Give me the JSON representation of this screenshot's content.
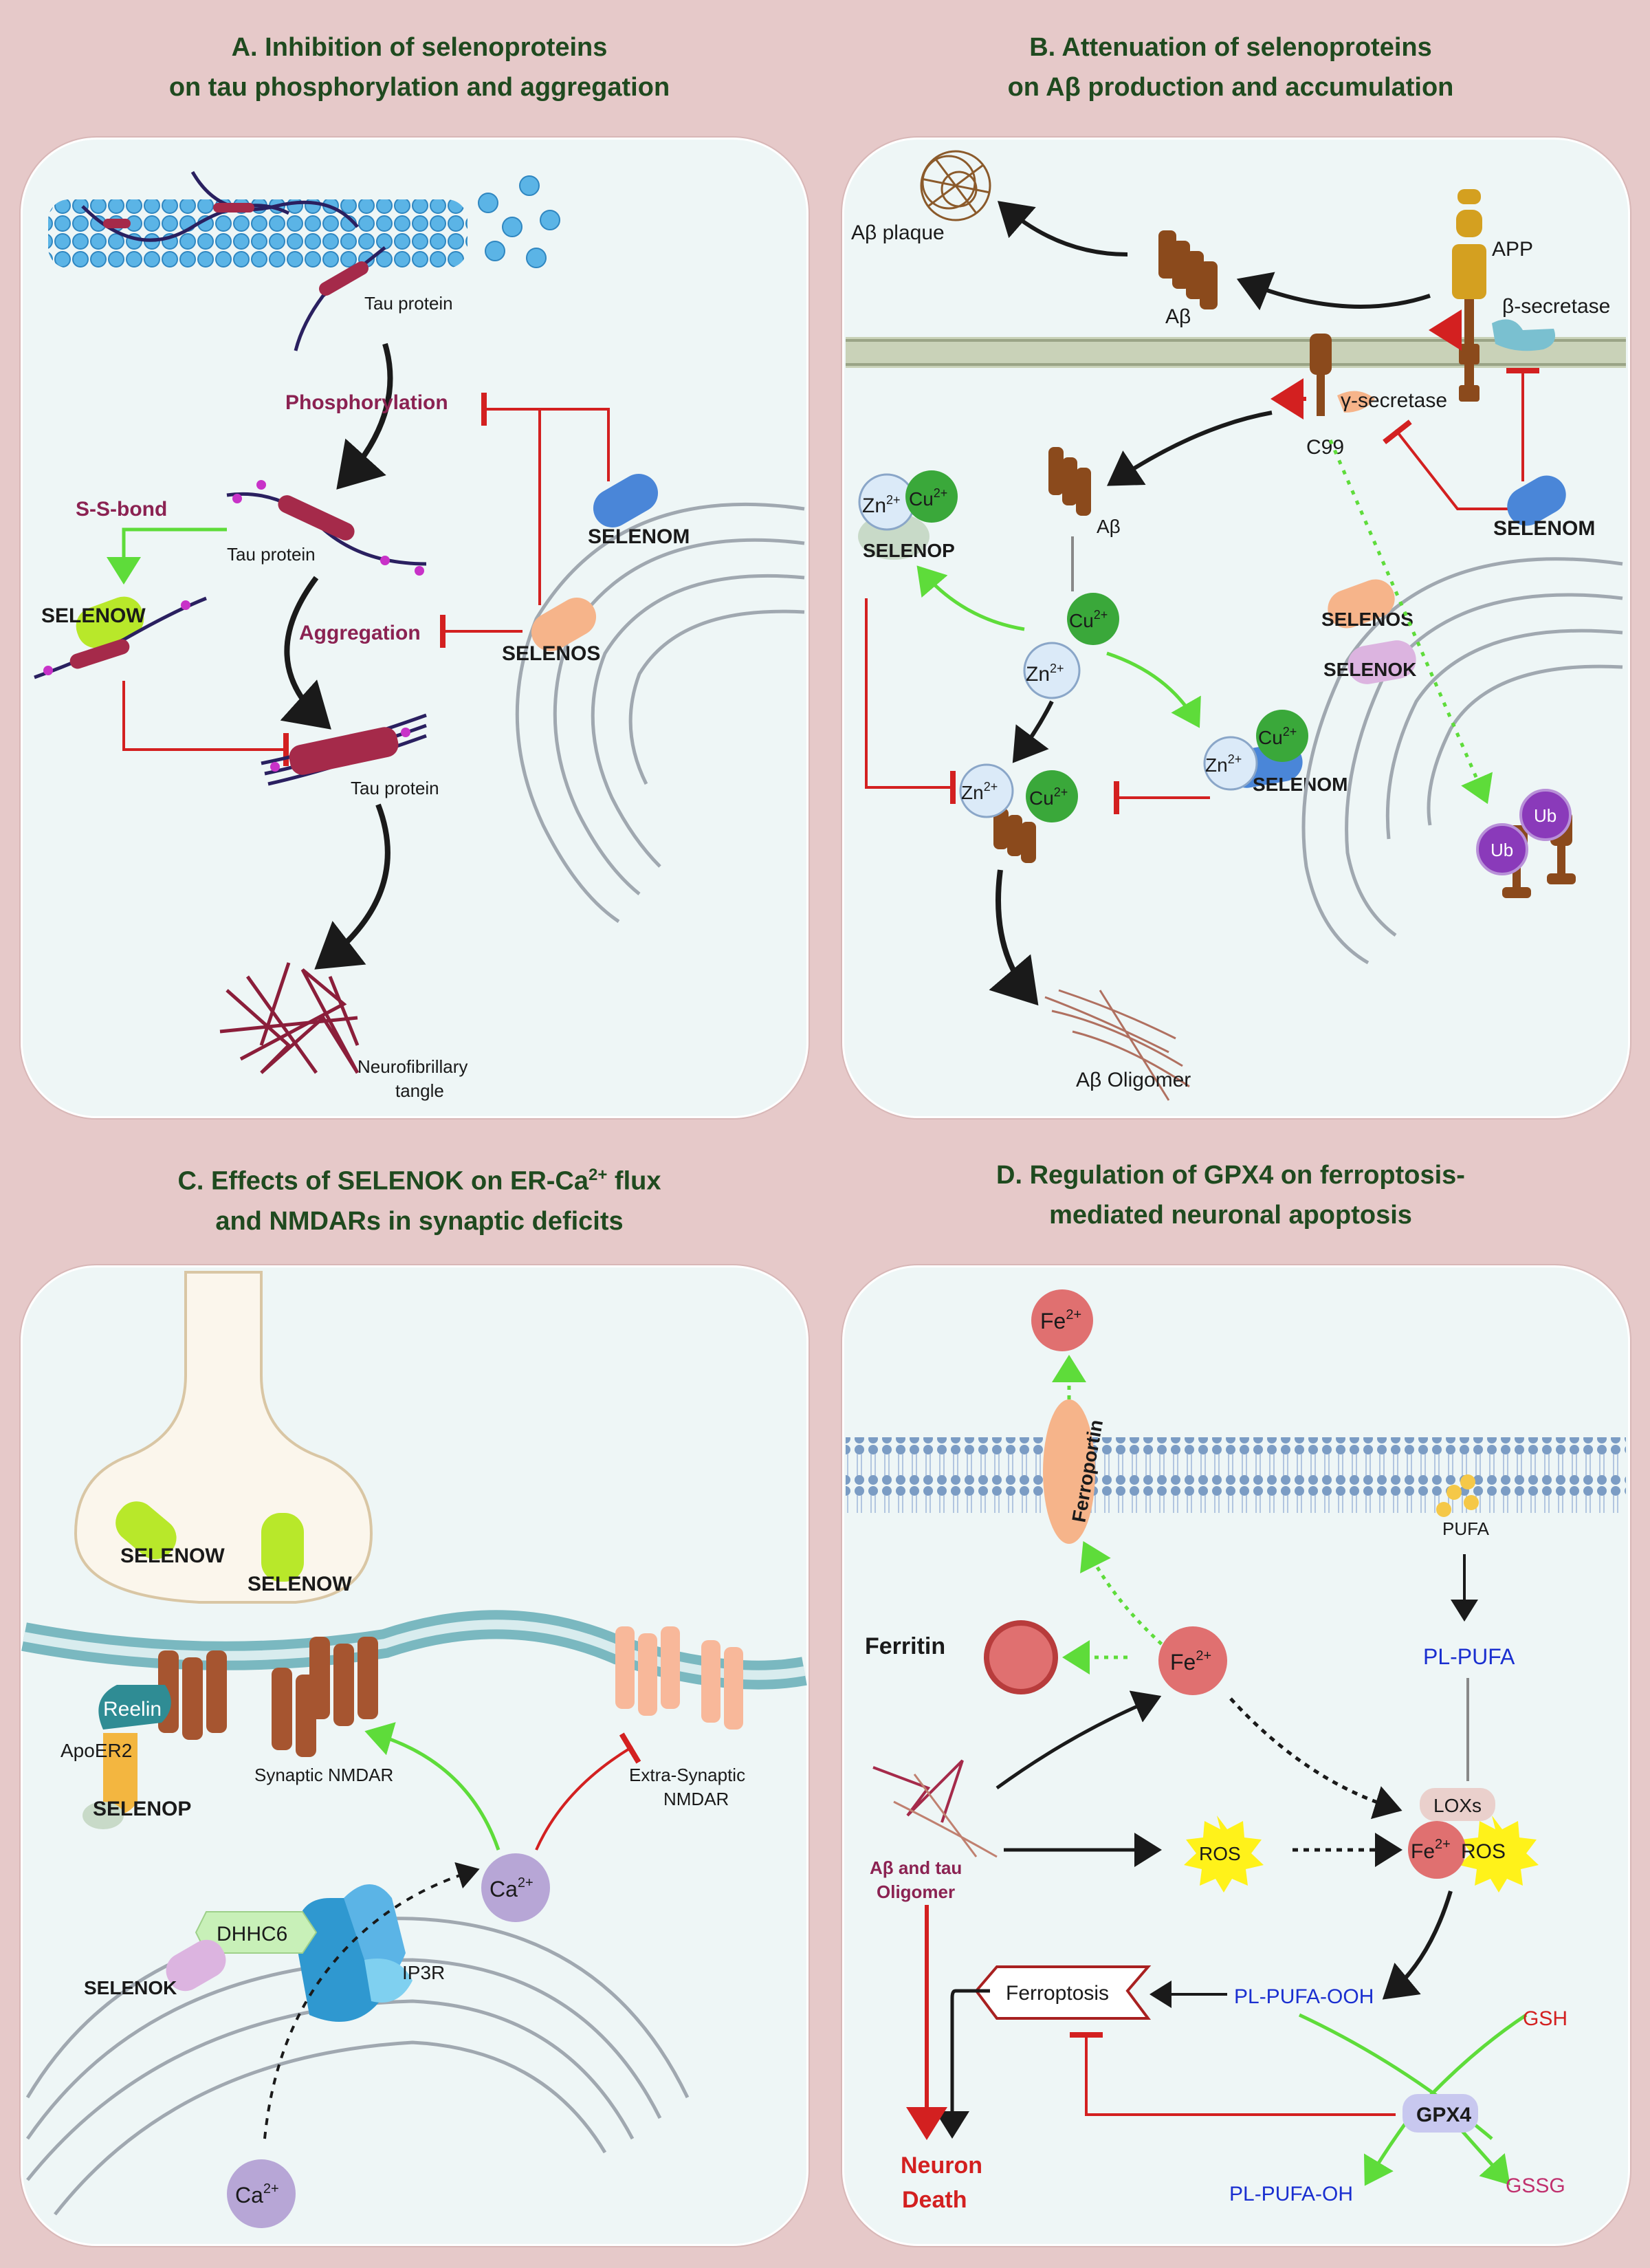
{
  "panels": {
    "a": {
      "title_line1": "Inhibition of selenoproteins",
      "title_line2": "on tau phosphorylation and aggregation",
      "letter": "A.",
      "labels": {
        "tau1": "Tau protein",
        "phos": "Phosphorylation",
        "ssbond": "S-S-bond",
        "tau2": "Tau protein",
        "selenow": "SELENOW",
        "aggregation": "Aggregation",
        "selenom": "SELENOM",
        "selenos": "SELENOS",
        "tau3": "Tau protein",
        "nft1": "Neurofibrillary",
        "nft2": "tangle"
      }
    },
    "b": {
      "letter": "B.",
      "title_line1": "Attenuation of selenoproteins",
      "title_line2": "on Aβ production and accumulation",
      "labels": {
        "plaque": "Aβ plaque",
        "ab1": "Aβ",
        "app": "APP",
        "bsec": "β-secretase",
        "gsec": "γ-secretase",
        "c99": "C99",
        "ab2": "Aβ",
        "zn": "Zn",
        "cu": "Cu",
        "sup": "2+",
        "selenop": "SELENOP",
        "selenom": "SELENOM",
        "selenos": "SELENOS",
        "selenok": "SELENOK",
        "selenom2": "SELENOM",
        "ub": "Ub",
        "oligomer": "Aβ Oligomer"
      }
    },
    "c": {
      "letter": "C.",
      "title_line1_pre": "Effects of SELENOK on ER-Ca",
      "title_line1_sup": "2+",
      "title_line1_post": " flux",
      "title_line2": "and NMDARs in synaptic deficits",
      "labels": {
        "selenow1": "SELENOW",
        "selenow2": "SELENOW",
        "reelin": "Reelin",
        "apoer2": "ApoER2",
        "selenop": "SELENOP",
        "synaptic": "Synaptic NMDAR",
        "extra1": "Extra-Synaptic",
        "extra2": "NMDAR",
        "ca": "Ca",
        "sup": "2+",
        "dhhc6": "DHHC6",
        "ip3r": "IP3R",
        "selenok": "SELENOK"
      }
    },
    "d": {
      "letter": "D.",
      "title_line1": "Regulation of GPX4 on ferroptosis-",
      "title_line2": "mediated neuronal apoptosis",
      "labels": {
        "fe": "Fe",
        "sup": "2+",
        "ferroportin": "Ferroportin",
        "pufa": "PUFA",
        "ferritin": "Ferritin",
        "plpufa": "PL-PUFA",
        "loxs": "LOXs",
        "ros": "ROS",
        "abtau1": "Aβ and tau",
        "abtau2": "Oligomer",
        "ferroptosis": "Ferroptosis",
        "plpufaooh": "PL-PUFA-OOH",
        "gsh": "GSH",
        "gpx4": "GPX4",
        "plpufaoh": "PL-PUFA-OH",
        "gssg": "GSSG",
        "death1": "Neuron",
        "death2": "Death"
      }
    }
  },
  "colors": {
    "background": "#e6c9c9",
    "panel_fill": "#eef6f6",
    "title_green": "#1f4a1f",
    "inhibit_red": "#d32020",
    "activate_green": "#5edc3a",
    "maroon_label": "#8b2252",
    "blue_label": "#1a2fd0",
    "selenom_blue": "#4a86d8",
    "selenos_orange": "#f6b48a",
    "selenow_lime": "#b8e82a",
    "selenok_pink": "#dcb4e0",
    "tau_crimson": "#a52a4a",
    "abeta_brown": "#8b4a1c"
  }
}
